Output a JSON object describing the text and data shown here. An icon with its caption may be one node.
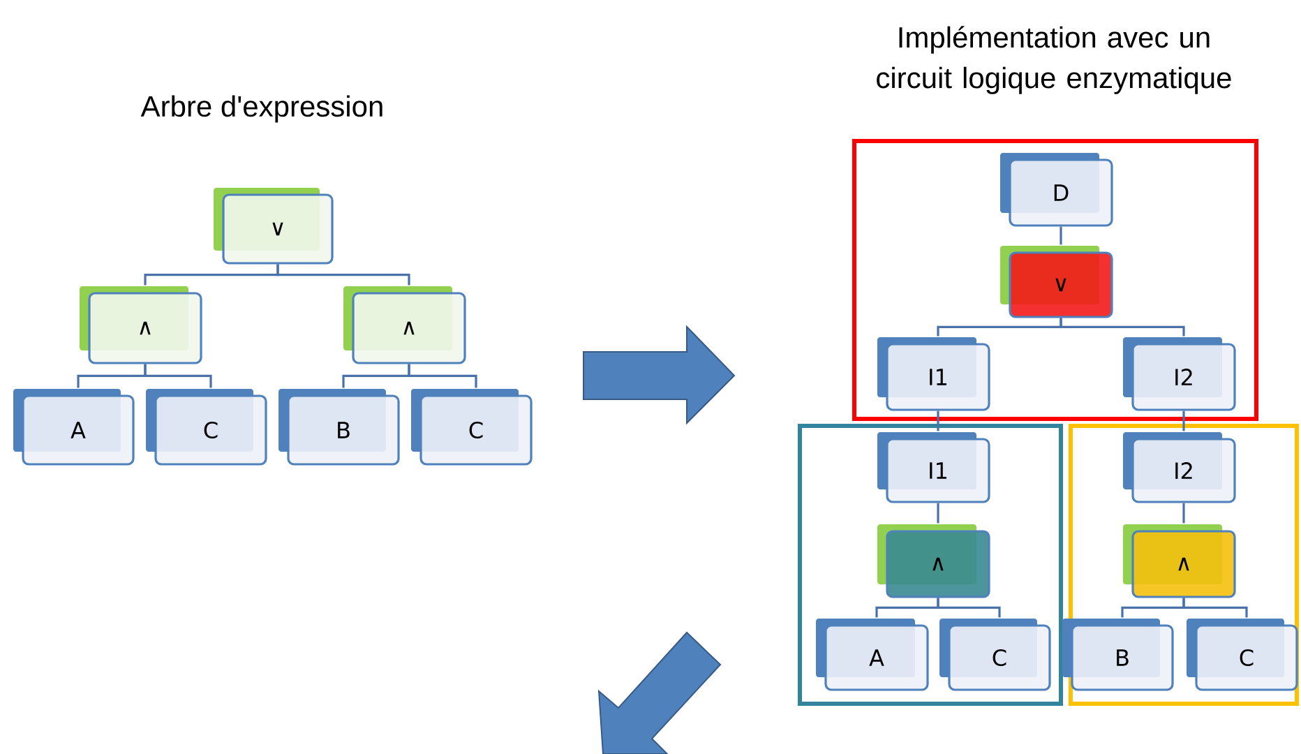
{
  "diagram": {
    "nodes": [
      {
        "text": [
          "∨"
        ]
      },
      {
        "text": [
          "∧"
        ]
      },
      {
        "text": [
          "∧"
        ]
      },
      {
        "text": [
          "A"
        ]
      },
      {
        "text": [
          "C"
        ]
      },
      {
        "text": [
          "B"
        ]
      },
      {
        "text": [
          "C"
        ]
      },
      {
        "text": [],
        "shape": "box"
      },
      {
        "text": [
          "D"
        ],
        "in": 7
      },
      {
        "text": [
          "∨"
        ],
        "in": 7
      },
      {
        "text": [
          "I1"
        ],
        "in": 7
      },
      {
        "text": [
          "I2"
        ],
        "in": 7
      },
      {
        "text": [],
        "shape": "box"
      },
      {
        "text": [
          "I1"
        ],
        "in": 12
      },
      {
        "text": [
          "∧"
        ],
        "in": 12
      },
      {
        "text": [
          "A"
        ],
        "in": 12
      },
      {
        "text": [
          "C"
        ],
        "in": 12
      },
      {
        "text": [],
        "shape": "box"
      },
      {
        "text": [
          "I2"
        ],
        "in": 17
      },
      {
        "text": [
          "∧"
        ],
        "in": 17
      },
      {
        "text": [
          "B"
        ],
        "in": 17
      },
      {
        "text": [
          "C"
        ],
        "in": 17
      }
    ],
    "edges": [
      {
        "from": 0,
        "to": 1,
        "arrow": "none"
      },
      {
        "from": 0,
        "to": 2,
        "arrow": "none"
      },
      {
        "from": 1,
        "to": 3,
        "arrow": "none"
      },
      {
        "from": 1,
        "to": 4,
        "arrow": "none"
      },
      {
        "from": 2,
        "to": 5,
        "arrow": "none"
      },
      {
        "from": 2,
        "to": 6,
        "arrow": "none"
      },
      {
        "from": 8,
        "to": 9,
        "arrow": "none"
      },
      {
        "from": 9,
        "to": 10,
        "arrow": "none"
      },
      {
        "from": 9,
        "to": 11,
        "arrow": "none"
      },
      {
        "from": 10,
        "to": 13,
        "arrow": "none"
      },
      {
        "from": 11,
        "to": 18,
        "arrow": "none"
      },
      {
        "from": 13,
        "to": 14,
        "arrow": "none"
      },
      {
        "from": 14,
        "to": 15,
        "arrow": "none"
      },
      {
        "from": 14,
        "to": 16,
        "arrow": "none"
      },
      {
        "from": 18,
        "to": 19,
        "arrow": "none"
      },
      {
        "from": 19,
        "to": 20,
        "arrow": "none"
      },
      {
        "from": 19,
        "to": 21,
        "arrow": "none"
      }
    ],
    "labels": [
      "Arbre d'expression",
      "Implémentation avec un circuit logique enzymatique"
    ]
  }
}
